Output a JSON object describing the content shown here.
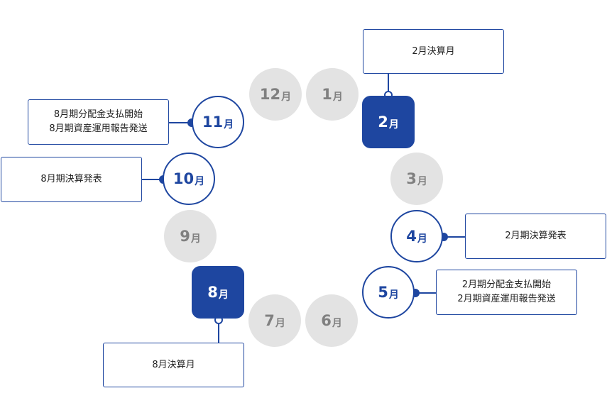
{
  "unit": "月",
  "months": {
    "m1": "1",
    "m2": "2",
    "m3": "3",
    "m4": "4",
    "m5": "5",
    "m6": "6",
    "m7": "7",
    "m8": "8",
    "m9": "9",
    "m10": "10",
    "m11": "11",
    "m12": "12"
  },
  "notes": {
    "feb_close": [
      "2月決算月"
    ],
    "apr_announce": [
      "2月期決算発表"
    ],
    "may_payout": [
      "2月期分配金支払開始",
      "2月期資産運用報告発送"
    ],
    "aug_close": [
      "8月決算月"
    ],
    "oct_announce": [
      "8月期決算発表"
    ],
    "nov_payout": [
      "8月期分配金支払開始",
      "8月期資産運用報告発送"
    ]
  },
  "colors": {
    "accent": "#1e46a0",
    "grey_fill": "#e3e3e3",
    "grey_text": "#808080",
    "text": "#222222"
  }
}
